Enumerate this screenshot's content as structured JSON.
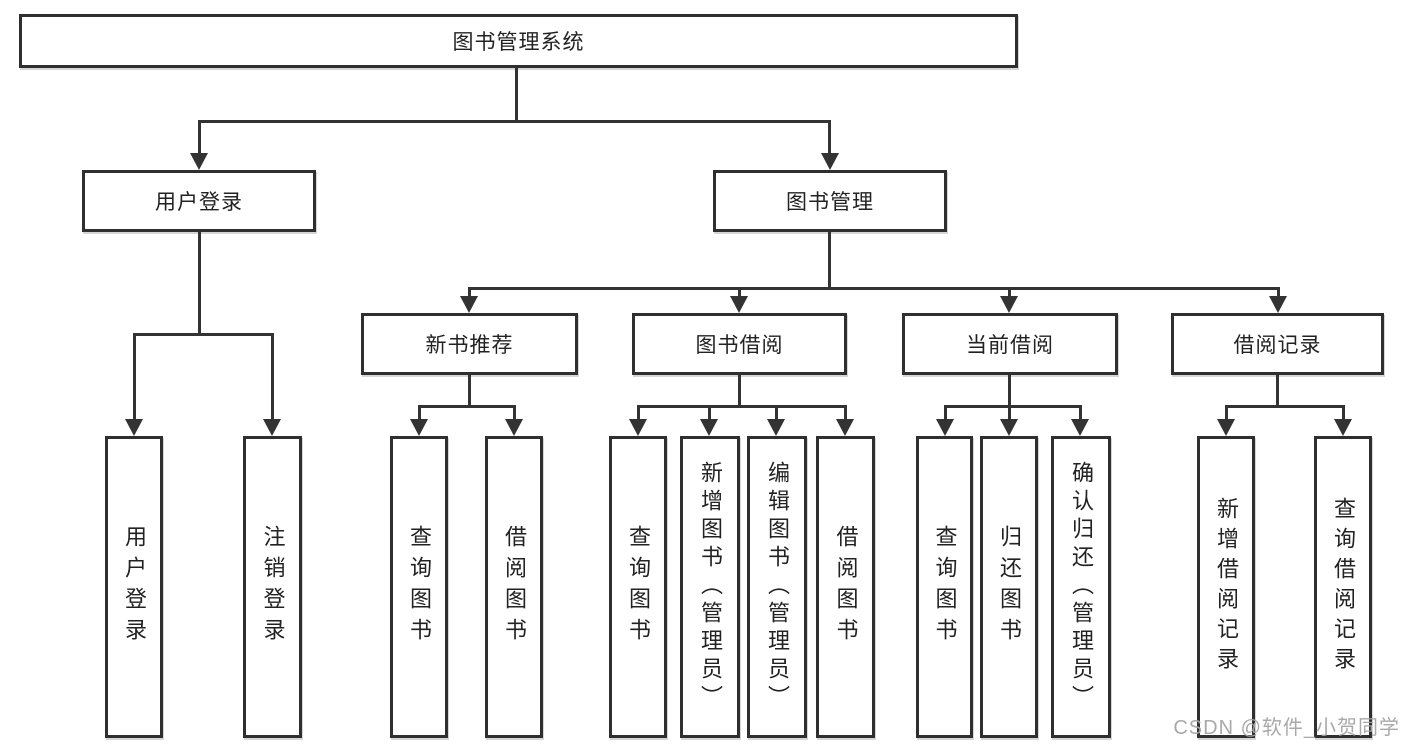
{
  "diagram": {
    "title": "图书管理系统",
    "level2": {
      "user_login": "用户登录",
      "book_management": "图书管理"
    },
    "level3": {
      "new_book_recommend": "新书推荐",
      "book_borrow": "图书借阅",
      "current_borrow": "当前借阅",
      "borrow_records": "借阅记录"
    },
    "leaves": {
      "user_login_login": "用户登录",
      "user_login_logout": "注销登录",
      "nb_query_books": "查询图书",
      "nb_borrow_books": "借阅图书",
      "bb_query_books": "查询图书",
      "bb_add_books": "新增图书（管理员）",
      "bb_edit_books": "编辑图书（管理员）",
      "bb_borrow_books": "借阅图书",
      "cb_query_books": "查询图书",
      "cb_return_books": "归还图书",
      "cb_confirm_return": "确认归还（管理员）",
      "br_add_record": "新增借阅记录",
      "br_query_record": "查询借阅记录"
    },
    "watermark": "CSDN @软件_小贺同学",
    "colors": {
      "line": "#333333",
      "border": "#2f2f2f",
      "text": "#222222",
      "watermark": "#a5a5a5",
      "background": "#ffffff"
    }
  }
}
